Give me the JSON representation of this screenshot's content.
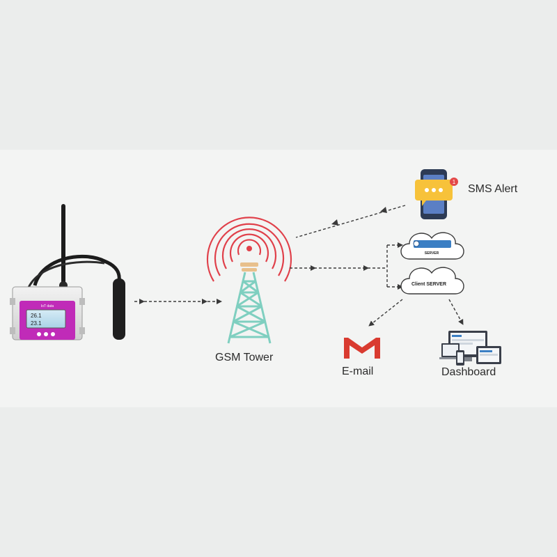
{
  "labels": {
    "gsm_tower": "GSM Tower",
    "sms_alert": "SMS Alert",
    "email": "E-mail",
    "dashboard": "Dashboard",
    "cloud_server": "SERVER",
    "client_server": "Client SERVER",
    "device_title": "IoT data",
    "device_reading_1": "26.1",
    "device_reading_2": "23.1",
    "sms_badge": "1"
  },
  "icons": {
    "device": "iot-data-logger-icon",
    "tower": "gsm-tower-icon",
    "sms": "smartphone-sms-icon",
    "cloud": "cloud-server-icon",
    "client": "client-server-cloud-icon",
    "mail": "gmail-icon",
    "dashboard": "multi-device-dashboard-icon"
  },
  "colors": {
    "background": "#ebedec",
    "band": "#f3f4f3",
    "device_accent": "#c02bb8",
    "signal_red": "#e0404a",
    "tower_teal": "#7fcfc0",
    "sms_yellow": "#f7c23a",
    "gmail_red": "#d93b30",
    "arrow": "#3a3a3a"
  }
}
